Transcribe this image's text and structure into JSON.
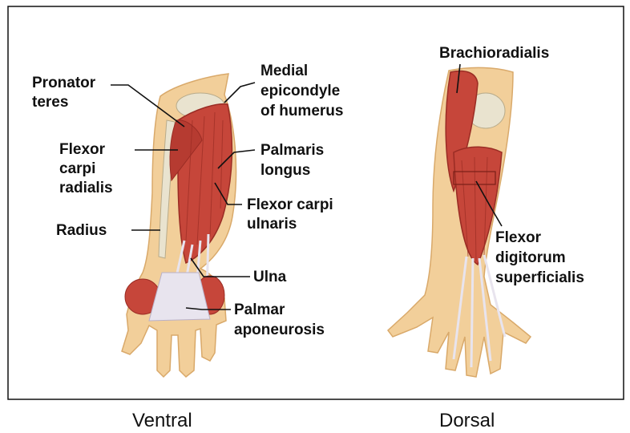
{
  "labels": {
    "pronator_teres": [
      "Pronator",
      "teres"
    ],
    "medial_epicondyle": [
      "Medial",
      "epicondyle",
      "of humerus"
    ],
    "flexor_carpi_radialis": [
      "Flexor",
      "carpi",
      "radialis"
    ],
    "palmaris_longus": [
      "Palmaris",
      "longus"
    ],
    "flexor_carpi_ulnaris": [
      "Flexor carpi",
      "ulnaris"
    ],
    "radius": "Radius",
    "ulna": "Ulna",
    "palmar_aponeurosis": [
      "Palmar",
      "aponeurosis"
    ],
    "brachioradialis": "Brachioradialis",
    "flexor_digitorum_superficialis": [
      "Flexor",
      "digitorum",
      "superficialis"
    ]
  },
  "captions": {
    "left": "Ventral",
    "right": "Dorsal"
  },
  "colors": {
    "frame": "#111111",
    "skin": "#f2cf9a",
    "skin_shadow": "#d9a96a",
    "muscle": "#c6463a",
    "muscle_dark": "#9a2c24",
    "tendon": "#e8e4ee",
    "bone": "#e9e3cf"
  }
}
